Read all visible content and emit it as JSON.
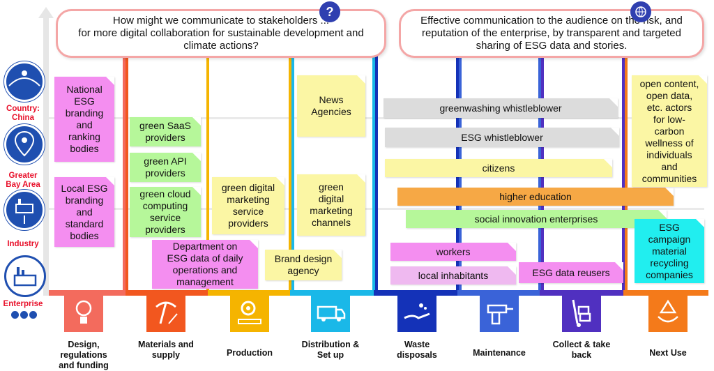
{
  "questions": {
    "left": "How might we communicate to stakeholders ...\nfor more digital collaboration for sustainable development and climate actions?",
    "right": "Effective communication to the audience on the risk, and reputation of the enterprise, by transparent and targeted sharing of ESG data and stories."
  },
  "levels": [
    {
      "label": "Country:\nChina",
      "icon": "country-map-icon"
    },
    {
      "label": "Greater\nBay Area",
      "icon": "location-pin-icon"
    },
    {
      "label": "Industry",
      "icon": "factory-pin-icon"
    },
    {
      "label": "Enterprise",
      "icon": "enterprise-factory-icon"
    }
  ],
  "stages": [
    {
      "label": "Design,\nregulations\nand funding",
      "color": "#f36b5d",
      "icon": "lightbulb-icon"
    },
    {
      "label": "Materials and\nsupply",
      "color": "#f2571f",
      "icon": "pickaxe-icon"
    },
    {
      "label": "Production",
      "color": "#f5b400",
      "icon": "gear-conveyor-icon"
    },
    {
      "label": "Distribution &\nSet up",
      "color": "#1ab8e8",
      "icon": "truck-icon"
    },
    {
      "label": "Waste\ndisposals",
      "color": "#1432b8",
      "icon": "hand-waste-icon"
    },
    {
      "label": "Maintenance",
      "color": "#3a63d8",
      "icon": "drill-icon"
    },
    {
      "label": "Collect & take\nback",
      "color": "#5030c0",
      "icon": "hand-truck-icon"
    },
    {
      "label": "Next Use",
      "color": "#f47a1a",
      "icon": "recycle-icon"
    }
  ],
  "notes": {
    "national_esg": "National\nESG\nbranding\nand\nranking\nbodies",
    "local_esg": "Local ESG\nbranding\nand\nstandard\nbodies",
    "green_saas": "green SaaS\nproviders",
    "green_api": "green API\nproviders",
    "green_cloud": "green cloud\ncomputing\nservice\nproviders",
    "green_digital_providers": "green digital\nmarketing\nservice\nproviders",
    "department": "Department on\nESG data of daily\noperations and\nmanagement",
    "news": "News\nAgencies",
    "green_digital_channels": "green\ndigital\nmarketing\nchannels",
    "brand_agency": "Brand design\nagency",
    "greenwashing": "greenwashing whistleblower",
    "esg_whistleblower": "ESG whistleblower",
    "citizens": "citizens",
    "higher_education": "higher education",
    "social_innovation": "social innovation enterprises",
    "workers": "workers",
    "local_inhabitants": "local inhabitants",
    "esg_data_reusers": "ESG data reusers",
    "open_content": "open content,\nopen data,\netc. actors\nfor low-\ncarbon\nwellness of\nindividuals\nand\ncommunities",
    "esg_campaign": "ESG\ncampaign\nmaterial\nrecycling\ncompanies"
  }
}
